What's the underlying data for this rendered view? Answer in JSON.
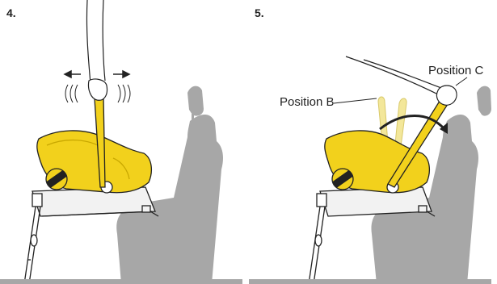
{
  "steps": [
    {
      "number": "4."
    },
    {
      "number": "5.",
      "labels": {
        "position_b": "Position B",
        "position_c": "Position C"
      }
    }
  ],
  "colors": {
    "seat_yellow": "#f2d11c",
    "seat_shadow": "#c9a800",
    "handle_ghost": "#f3e79a",
    "car_seat_gray": "#a7a7a7",
    "base_light": "#f2f2f2",
    "outline": "#222222"
  },
  "icons": [
    "hand-icon",
    "arrow-left-icon",
    "arrow-right-icon",
    "curved-arrow-icon"
  ]
}
